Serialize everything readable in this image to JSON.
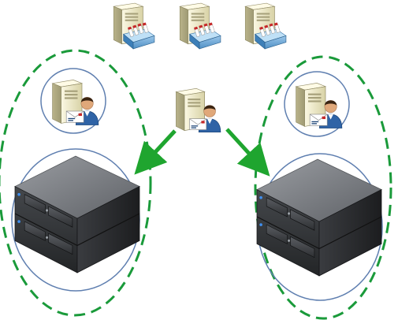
{
  "diagram": {
    "colors": {
      "cluster_boundary": "#1a9a3a",
      "arrow": "#1fa52f",
      "circle_outline": "#5f7fb0",
      "server_top": "#7a7d82",
      "server_front": "#2d3033",
      "mail_tray": "#6aa6d6",
      "mail_flag": "#c62828",
      "tower": "#ece7c2"
    },
    "top_row": {
      "count": 3,
      "icon": "mail-server-icon"
    },
    "center_node": {
      "icon": "mail-user-server-icon"
    },
    "clusters": [
      {
        "id": "left",
        "node_icon": "mail-user-server-icon",
        "storage_icon": "rack-server-stack-icon",
        "storage_units": 2,
        "boundary": "dashed"
      },
      {
        "id": "right",
        "node_icon": "mail-user-server-icon",
        "storage_icon": "rack-server-stack-icon",
        "storage_units": 2,
        "boundary": "dashed"
      }
    ],
    "edges": [
      {
        "from": "center",
        "to": "left"
      },
      {
        "from": "center",
        "to": "right"
      }
    ]
  }
}
